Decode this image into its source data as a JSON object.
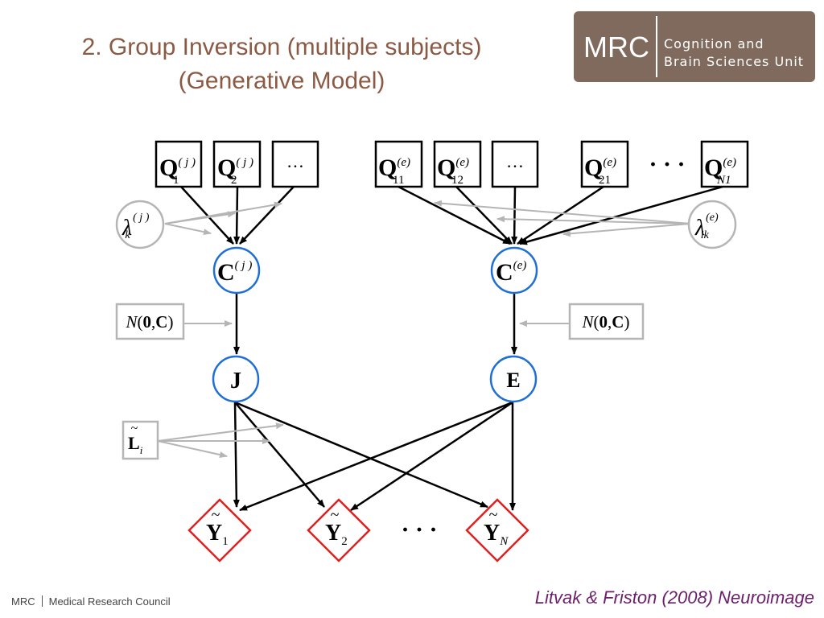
{
  "header": {
    "title_line1": "2. Group Inversion (multiple subjects)",
    "title_line2": "(Generative Model)"
  },
  "logo": {
    "acronym": "MRC",
    "unit_line1": "Cognition and",
    "unit_line2": "Brain Sciences Unit"
  },
  "footer": {
    "left_acronym": "MRC",
    "left_name": "Medical Research Council",
    "citation": "Litvak & Friston (2008) Neuroimage"
  },
  "diagram": {
    "source_nodes": [
      {
        "base": "Q",
        "sup": "( j )",
        "sub": "1"
      },
      {
        "base": "Q",
        "sup": "( j )",
        "sub": "2"
      },
      {
        "base": "…"
      },
      {
        "base": "Q",
        "sup": "(e)",
        "sub": "11"
      },
      {
        "base": "Q",
        "sup": "(e)",
        "sub": "12"
      },
      {
        "base": "…"
      },
      {
        "base": "Q",
        "sup": "(e)",
        "sub": "21"
      },
      {
        "base": "Q",
        "sup": "(e)",
        "sub": "N1"
      }
    ],
    "ellipsis": "· · ·",
    "lambda_left": {
      "base": "λ",
      "sup": "( j )",
      "sub": "k"
    },
    "lambda_right": {
      "base": "λ",
      "sup": "(e)",
      "sub": "ik"
    },
    "cov_left": {
      "base": "C",
      "sup": "( j )"
    },
    "cov_right": {
      "base": "C",
      "sup": "(e)"
    },
    "noise_left": {
      "n": "N",
      "open": "(",
      "zero": "0",
      "comma": ",",
      "c": "C",
      "close": ")"
    },
    "noise_right": {
      "n": "N",
      "open": "(",
      "zero": "0",
      "comma": ",",
      "c": "C",
      "close": ")"
    },
    "j_node": "J",
    "e_node": "E",
    "lead_field": {
      "base": "L",
      "tilde": "~",
      "sub": "i"
    },
    "outputs": [
      {
        "base": "Y",
        "tilde": "~",
        "sub": "1"
      },
      {
        "base": "Y",
        "tilde": "~",
        "sub": "2"
      },
      {
        "base": "Y",
        "tilde": "~",
        "sub": "N"
      }
    ],
    "colors": {
      "circle_stroke": "#1f6fd6",
      "diamond_stroke": "#e02020",
      "grey": "#b5b5b5",
      "title": "#8b5a44"
    }
  }
}
